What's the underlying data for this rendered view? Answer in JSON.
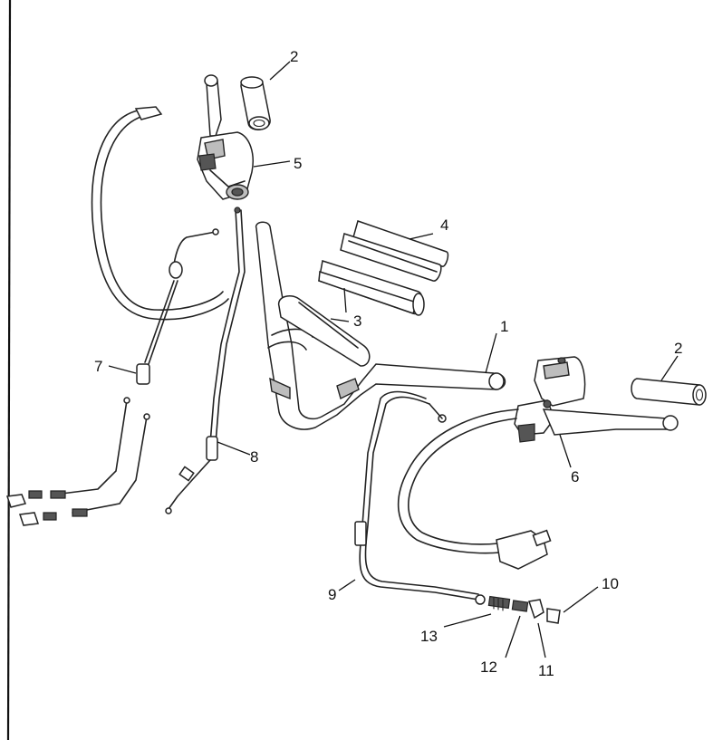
{
  "callouts": [
    {
      "id": "c1",
      "text": "1"
    },
    {
      "id": "c2a",
      "text": "2"
    },
    {
      "id": "c2b",
      "text": "2"
    },
    {
      "id": "c3",
      "text": "3"
    },
    {
      "id": "c4",
      "text": "4"
    },
    {
      "id": "c5",
      "text": "5"
    },
    {
      "id": "c6",
      "text": "6"
    },
    {
      "id": "c7",
      "text": "7"
    },
    {
      "id": "c8",
      "text": "8"
    },
    {
      "id": "c9",
      "text": "9"
    },
    {
      "id": "c10",
      "text": "10"
    },
    {
      "id": "c11",
      "text": "11"
    },
    {
      "id": "c12",
      "text": "12"
    },
    {
      "id": "c13",
      "text": "13"
    }
  ]
}
